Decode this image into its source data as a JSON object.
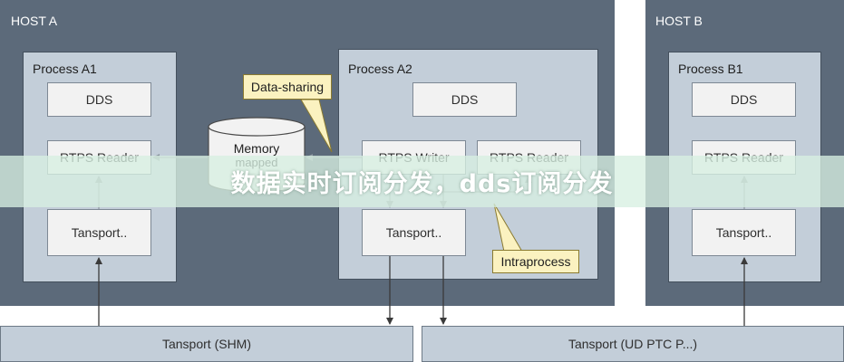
{
  "hosts": {
    "a": {
      "label": "HOST A"
    },
    "b": {
      "label": "HOST B"
    }
  },
  "processes": {
    "a1": {
      "label": "Process A1",
      "dds": "DDS",
      "rtps": "RTPS Reader",
      "transport": "Tansport.."
    },
    "a2": {
      "label": "Process A2",
      "dds": "DDS",
      "rtps_writer": "RTPS Writer",
      "rtps_reader": "RTPS Reader",
      "transport": "Tansport.."
    },
    "b1": {
      "label": "Process B1",
      "dds": "DDS",
      "rtps": "RTPS Reader",
      "transport": "Tansport.."
    }
  },
  "memory": {
    "line1": "Memory",
    "line2": "mapped"
  },
  "callouts": {
    "data_sharing": "Data-sharing",
    "intraprocess": "Intraprocess"
  },
  "transports": {
    "shm": "Tansport (SHM)",
    "udp": "Tansport (UD PTC P...)"
  },
  "banner": {
    "text": "数据实时订阅分发，dds订阅分发"
  },
  "colors": {
    "host": "#5c6a7a",
    "process": "#c3ced9",
    "box": "#f2f2f2",
    "callout": "#fbf2c0",
    "banner": "#d7f0e2"
  }
}
